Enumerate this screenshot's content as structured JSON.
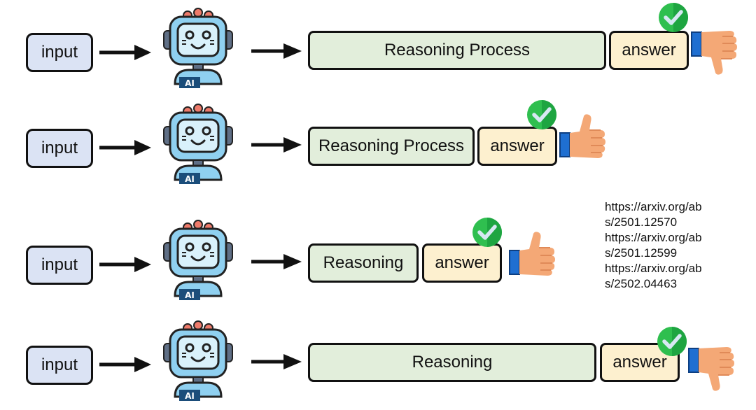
{
  "rows": [
    {
      "input": "input",
      "reasoning": "Reasoning Process",
      "answer": "answer",
      "verdict": "thumbs-down"
    },
    {
      "input": "input",
      "reasoning": "Reasoning Process",
      "answer": "answer",
      "verdict": "thumbs-up"
    },
    {
      "input": "input",
      "reasoning": "Reasoning",
      "answer": "answer",
      "verdict": "thumbs-up"
    },
    {
      "input": "input",
      "reasoning": "Reasoning",
      "answer": "answer",
      "verdict": "thumbs-down"
    }
  ],
  "robot_badge": "AI",
  "references": [
    "https://arxiv.org/ab",
    "s/2501.12570",
    "https://arxiv.org/ab",
    "s/2501.12599",
    "https://arxiv.org/ab",
    "s/2502.04463"
  ],
  "icons": {
    "robot": "robot-ai-icon",
    "check": "green-check-badge-icon",
    "thumbs_up": "thumbs-up-icon",
    "thumbs_down": "thumbs-down-icon",
    "arrow": "arrow-right-icon"
  },
  "colors": {
    "input_fill": "#dbe3f4",
    "reasoning_fill": "#e2eedb",
    "answer_fill": "#fdf0cf",
    "check_green": "#2fbf4f",
    "robot_blue": "#8fd0f0",
    "thumb_skin": "#f4a876",
    "cuff_blue": "#1f6fd1"
  }
}
